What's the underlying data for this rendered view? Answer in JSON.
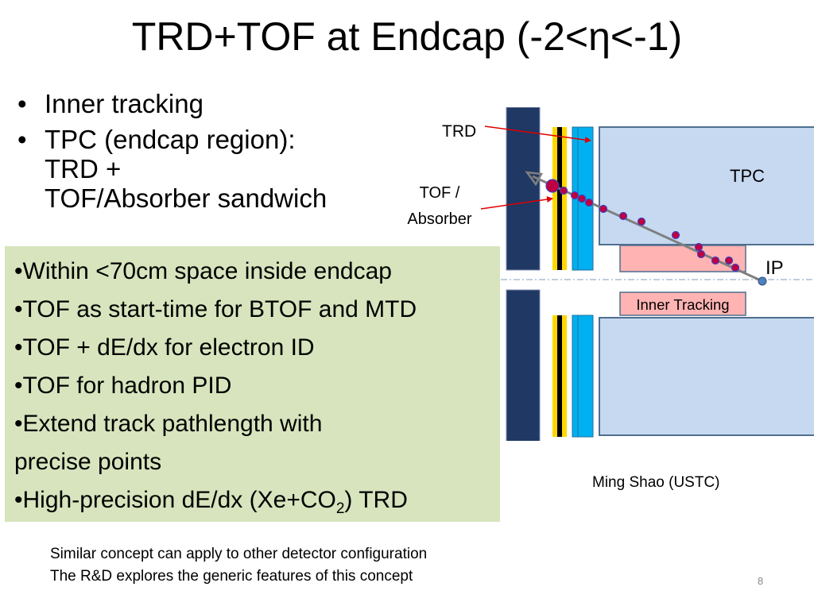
{
  "slide": {
    "title": "TRD+TOF at Endcap (-2<η<-1)",
    "bullets": [
      {
        "marker": "•",
        "lines": [
          "Inner tracking"
        ]
      },
      {
        "marker": "•",
        "lines": [
          "TPC (endcap region):",
          "TRD +",
          "TOF/Absorber sandwich"
        ]
      }
    ],
    "box": {
      "background": "#d7e4bd",
      "items": [
        "•Within <70cm space inside endcap",
        "•TOF as start-time for BTOF and MTD",
        "•TOF + dE/dx for electron ID",
        "•TOF for hadron PID",
        "•Extend track pathlength with",
        "precise points"
      ],
      "last_item": {
        "prefix": "•High-precision dE/dx (Xe+CO",
        "subscript": "2",
        "suffix": ") TRD"
      }
    },
    "diagram": {
      "label_trd": "TRD",
      "label_tof_line1": "TOF /",
      "label_tof_line2": "Absorber",
      "label_tpc": "TPC",
      "label_ip": "IP",
      "label_inner_tracking": "Inner Tracking",
      "colors": {
        "absorber": "#1f3864",
        "tof_yellow": "#ffd700",
        "trd_blue": "#00b0f0",
        "tpc": "#c6d9f1",
        "inner_tracking": "#ffb3b3",
        "track_points": "#c00040",
        "arrow_red": "#e00000"
      }
    },
    "author": "Ming Shao (USTC)",
    "notes": [
      "Similar concept can apply to other detector configuration",
      "The R&D explores the generic features of this concept"
    ],
    "page_number": "8"
  }
}
